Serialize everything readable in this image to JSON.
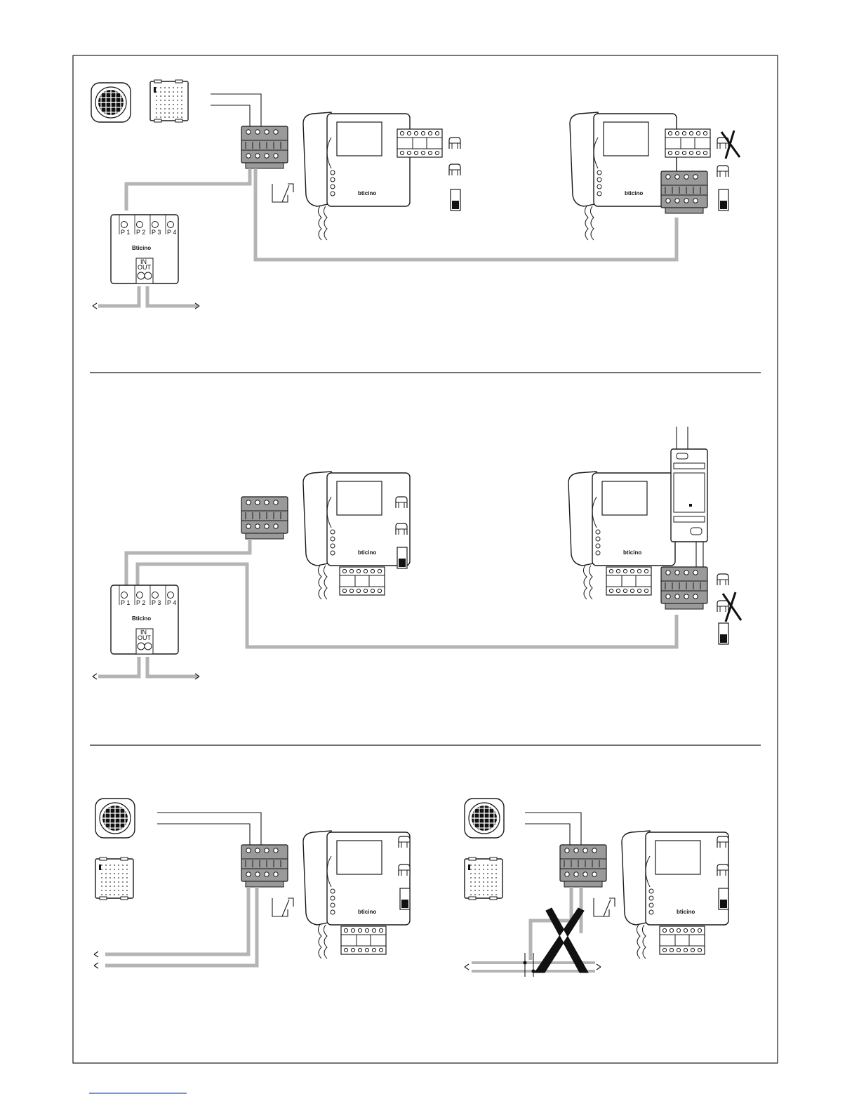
{
  "page": {
    "background": "#ffffff",
    "stroke": "#1a1a1a",
    "bus_color": "#b4b4b4",
    "terminal_color": "#9a9a9a"
  },
  "monitor": {
    "brand": "bticino"
  },
  "hub": {
    "brand": "Bticino",
    "ports": [
      "P 1",
      "P 2",
      "P 3",
      "P 4"
    ],
    "in_label": "IN",
    "out_label": "OUT"
  },
  "sections": [
    {
      "name": "panel-top",
      "hub_ports_used": [
        1
      ],
      "second_monitor_termination": "removed"
    },
    {
      "name": "panel-middle",
      "hub_ports_used": [
        1,
        2
      ],
      "has_power_supply": true
    },
    {
      "name": "panel-bottom",
      "variants": [
        "correct",
        "incorrect"
      ]
    }
  ],
  "icons": [
    "speaker-icon",
    "microphone-icon",
    "monitor-icon",
    "terminal-block-icon",
    "jumper-icon",
    "dip-switch-icon",
    "door-lock-icon",
    "cross-icon",
    "power-supply-icon"
  ]
}
